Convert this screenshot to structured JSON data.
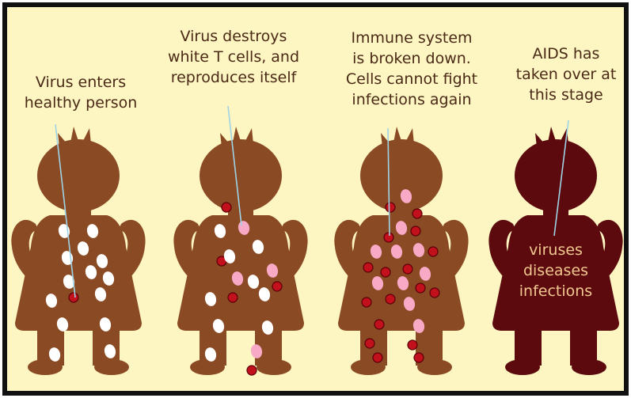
{
  "stages": [
    {
      "caption": [
        "Virus enters",
        "healthy person"
      ]
    },
    {
      "caption": [
        "Virus destroys",
        "white T cells, and",
        "reproduces itself"
      ]
    },
    {
      "caption": [
        "Immune system",
        "is broken down.",
        "Cells cannot fight",
        "infections again"
      ]
    },
    {
      "caption": [
        "AIDS has",
        "taken over at",
        "this stage"
      ],
      "body_text": [
        "viruses",
        "diseases",
        "infections"
      ]
    }
  ],
  "colors": {
    "background": "#fdf5c2",
    "frame": "#111111",
    "healthy_body": "#8a4a24",
    "aids_body": "#5c0a0d",
    "t_cell": "#ffffff",
    "damaged_cell": "#f7a9c6",
    "virus": "#c2101c",
    "pointer_line": "#9fd3e6",
    "inner_text": "#f0c890"
  }
}
